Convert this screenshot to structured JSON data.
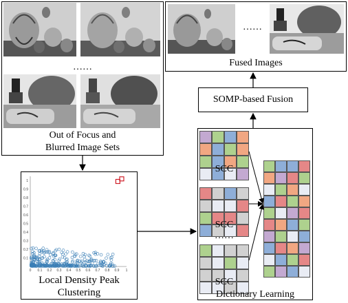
{
  "labels": {
    "input_sets": "Out of Focus and",
    "input_sets_line2": "Blurred Image Sets",
    "fused": "Fused Images",
    "fusion": "SOMP-based Fusion",
    "clustering_line1": "Local Density Peak",
    "clustering_line2": "Clustering",
    "dictionary": "Dictionary Learning",
    "scc": "SCC",
    "ellipsis_input": "……",
    "ellipsis_fused": "……",
    "ellipsis_scc": "……"
  },
  "photo_descriptions": {
    "balloon": "hot-air-balloon-icon",
    "bottle": "ink-bottle-icon"
  },
  "chart_data": {
    "type": "scatter",
    "y_ticks": [
      "0.1",
      "0.2",
      "0.3",
      "0.4",
      "0.5",
      "0.6",
      "0.7",
      "0.8",
      "0.9",
      "1"
    ],
    "x_ticks": [
      "0",
      "0.1",
      "0.2",
      "0.3",
      "0.4",
      "0.5",
      "0.6",
      "0.7",
      "0.8",
      "0.9",
      "1"
    ],
    "xlim": [
      0,
      1
    ],
    "ylim": [
      0,
      1.05
    ],
    "highlight_points": [
      {
        "x": 0.91,
        "y": 0.99
      },
      {
        "x": 0.95,
        "y": 1.02
      }
    ],
    "colors": {
      "points": "#3b7fb6",
      "highlight": "#d0202a"
    }
  },
  "dictionary_colors": [
    "#c3a9d1",
    "#8eaed8",
    "#f1a782",
    "#aed18e",
    "#d1d1d1",
    "#e58787",
    "#fbe5a7",
    "#dddddd",
    "#e9ecf4"
  ],
  "scc_grids": [
    [
      "#c3a9d1",
      "#aed18e",
      "#8eaed8",
      "#f1a782",
      "#f1a782",
      "#8eaed8",
      "#aed18e",
      "#f1a782",
      "#aed18e",
      "#8eaed8",
      "#f1a782",
      "#aed18e",
      "#e9ecf4",
      "#8eaed8",
      "#e9ecf4",
      "#c3a9d1"
    ],
    [
      "#e58787",
      "#d1d1d1",
      "#8eaed8",
      "#d1d1d1",
      "#d1d1d1",
      "#e9ecf4",
      "#e9ecf4",
      "#e58787",
      "#aed18e",
      "#e58787",
      "#e58787",
      "#d1d1d1",
      "#8eaed8",
      "#d1d1d1",
      "#e9ecf4",
      "#e58787"
    ],
    [
      "#aed18e",
      "#e9ecf4",
      "#d1d1d1",
      "#d1d1d1",
      "#d1d1d1",
      "#e9ecf4",
      "#aed18e",
      "#e9ecf4",
      "#d1d1d1",
      "#d1d1d1",
      "#e9ecf4",
      "#d1d1d1",
      "#e9ecf4",
      "#e9ecf4",
      "#d1d1d1",
      "#e9ecf4"
    ]
  ],
  "dictionary_grid": [
    "#aed18e",
    "#8eaed8",
    "#8eaed8",
    "#e58787",
    "#f1a782",
    "#c3a9d1",
    "#e58787",
    "#aed18e",
    "#e9ecf4",
    "#aed18e",
    "#f1a782",
    "#e9ecf4",
    "#8eaed8",
    "#e58787",
    "#aed18e",
    "#f1a782",
    "#aed18e",
    "#e9ecf4",
    "#c3a9d1",
    "#e58787",
    "#e58787",
    "#f1a782",
    "#8eaed8",
    "#aed18e",
    "#c3a9d1",
    "#aed18e",
    "#e9ecf4",
    "#8eaed8",
    "#8eaed8",
    "#e58787",
    "#f1a782",
    "#c3a9d1",
    "#e9ecf4",
    "#8eaed8",
    "#aed18e",
    "#e58787",
    "#aed18e",
    "#c3a9d1",
    "#8eaed8",
    "#e9ecf4"
  ]
}
